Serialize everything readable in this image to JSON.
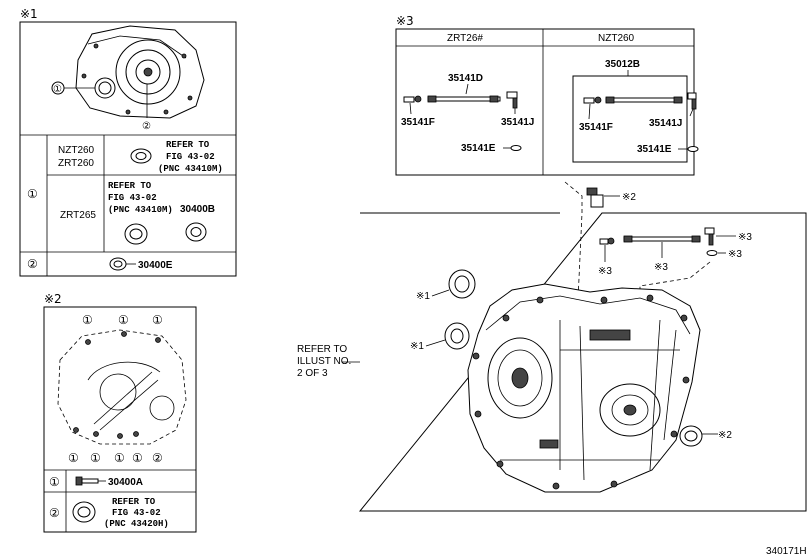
{
  "diagram_id": "340171H",
  "sec1": {
    "marker": "※1",
    "callout1": "①",
    "callout2": "②",
    "row1_callout": "①",
    "row2_callout": "②",
    "models_a_1": "NZT260",
    "models_a_2": "ZRT260",
    "ref_a_1": "REFER TO",
    "ref_a_2": "FIG 43-02",
    "ref_a_3": "(PNC 43410M)",
    "models_b": "ZRT265",
    "ref_b_1": "REFER TO",
    "ref_b_2": "FIG 43-02",
    "ref_b_3": "(PNC 43410M)",
    "part_b": "30400B",
    "part_row2": "30400E"
  },
  "sec2": {
    "marker": "※2",
    "bolt_callout": "①",
    "seal_callout": "②",
    "row1_callout": "①",
    "row2_callout": "②",
    "part_row1": "30400A",
    "ref_1": "REFER TO",
    "ref_2": "FIG 43-02",
    "ref_3": "(PNC 43420H)"
  },
  "sec3": {
    "marker": "※3",
    "col1_header": "ZRT26#",
    "col2_header": "NZT260",
    "col1_main": "35141D",
    "col1_left": "35141F",
    "col1_right": "35141J",
    "col1_oring": "35141E",
    "col2_assy": "35012B",
    "col2_left": "35141F",
    "col2_right": "35141J",
    "col2_oring": "35141E"
  },
  "main": {
    "refer_1": "REFER TO",
    "refer_2": "ILLUST NO.",
    "refer_3": "2 OF 3",
    "m_bolt": "※2",
    "m_seal_top": "※1",
    "m_seal_mid": "※1",
    "m_seal_right": "※2",
    "m_pipe_left": "※3",
    "m_pipe_mid": "※3",
    "m_pipe_right": "※3",
    "m_oring": "※3"
  }
}
